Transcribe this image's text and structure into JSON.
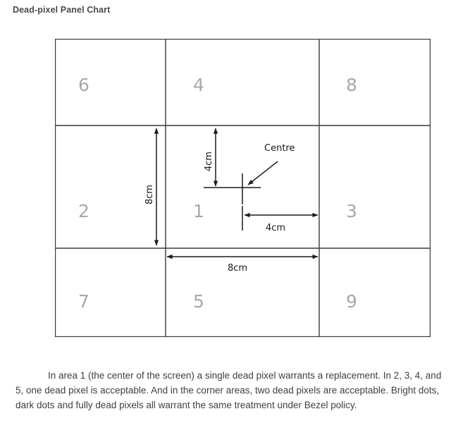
{
  "title": "Dead-pixel Panel Chart",
  "chart_data": {
    "type": "table",
    "title": "Dead-pixel Panel Chart",
    "description": "Nine-zone screen panel map with centre marker and cm dimensions",
    "grid": {
      "columns": 3,
      "rows": 3,
      "cells": [
        [
          "6",
          "4",
          "8"
        ],
        [
          "2",
          "1",
          "3"
        ],
        [
          "7",
          "5",
          "9"
        ]
      ]
    },
    "zones": [
      {
        "id": "6",
        "row": 0,
        "col": 0,
        "label": "6"
      },
      {
        "id": "4",
        "row": 0,
        "col": 1,
        "label": "4"
      },
      {
        "id": "8",
        "row": 0,
        "col": 2,
        "label": "8"
      },
      {
        "id": "2",
        "row": 1,
        "col": 0,
        "label": "2"
      },
      {
        "id": "1",
        "row": 1,
        "col": 1,
        "label": "1"
      },
      {
        "id": "3",
        "row": 1,
        "col": 2,
        "label": "3"
      },
      {
        "id": "7",
        "row": 2,
        "col": 0,
        "label": "7"
      },
      {
        "id": "5",
        "row": 2,
        "col": 1,
        "label": "5"
      },
      {
        "id": "9",
        "row": 2,
        "col": 2,
        "label": "9"
      }
    ],
    "annotations": [
      {
        "name": "centre-marker",
        "label": "Centre"
      },
      {
        "name": "vertical-centre-height",
        "label": "4cm",
        "orientation": "vertical"
      },
      {
        "name": "vertical-zone-height",
        "label": "8cm",
        "orientation": "vertical"
      },
      {
        "name": "horizontal-centre-width",
        "label": "4cm",
        "orientation": "horizontal"
      },
      {
        "name": "horizontal-zone-width",
        "label": "8cm",
        "orientation": "horizontal"
      }
    ],
    "colors": {
      "grid_line": "#3a3a3a",
      "zone_number": "#a8a8a8",
      "dimension_line": "#1a1a1a",
      "title": "#4a4a4a",
      "body_text": "#3f3f3f",
      "background": "#ffffff"
    }
  },
  "labels": {
    "zone_6": "6",
    "zone_4": "4",
    "zone_8": "8",
    "zone_2": "2",
    "zone_1": "1",
    "zone_3": "3",
    "zone_7": "7",
    "zone_5": "5",
    "zone_9": "9",
    "centre": "Centre",
    "dim_v_4cm": "4cm",
    "dim_v_8cm": "8cm",
    "dim_h_4cm": "4cm",
    "dim_h_8cm": "8cm"
  },
  "paragraph": "In area 1 (the center of the screen) a single dead pixel warrants a replacement. In 2, 3, 4, and 5, one dead pixel is acceptable. And in the corner areas, two dead pixels are acceptable. Bright dots, dark dots and fully dead pixels all warrant the same treatment under Bezel policy."
}
